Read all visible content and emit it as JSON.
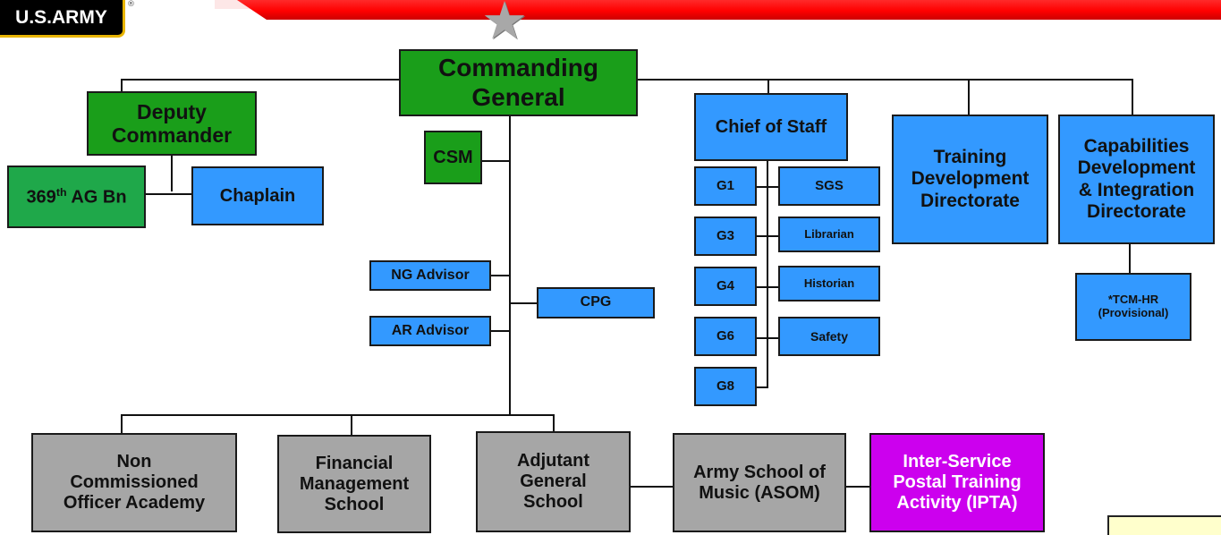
{
  "logo": {
    "text": "U.S.ARMY",
    "mark": "®"
  },
  "star_icon": "star-icon",
  "nodes": {
    "commanding_general": "Commanding\nGeneral",
    "deputy_commander": "Deputy\nCommander",
    "ag_bn_number": "369",
    "ag_bn_sup": "th",
    "ag_bn_rest": " AG Bn",
    "chaplain": "Chaplain",
    "csm": "CSM",
    "ng_advisor": "NG Advisor",
    "ar_advisor": "AR Advisor",
    "cpg": "CPG",
    "chief_of_staff": "Chief of Staff",
    "g1": "G1",
    "g3": "G3",
    "g4": "G4",
    "g6": "G6",
    "g8": "G8",
    "sgs": "SGS",
    "librarian": "Librarian",
    "historian": "Historian",
    "safety": "Safety",
    "training_development": "Training\nDevelopment\nDirectorate",
    "capabilities_development": "Capabilities\nDevelopment\n& Integration\nDirectorate",
    "tcm_hr": "*TCM-HR\n(Provisional)",
    "nco_academy": "Non\nCommissioned\nOfficer Academy",
    "financial_management": "Financial\nManagement\nSchool",
    "adjutant_general": "Adjutant\nGeneral\nSchool",
    "army_school_music": "Army School of\nMusic (ASOM)",
    "postal_training": "Inter-Service\nPostal Training\nActivity (IPTA)"
  },
  "colors": {
    "command": "#1a9e1a",
    "staff": "#3399ff",
    "schools": "#a6a6a6",
    "ipta": "#cc00ee",
    "banner": "#ff0000"
  }
}
